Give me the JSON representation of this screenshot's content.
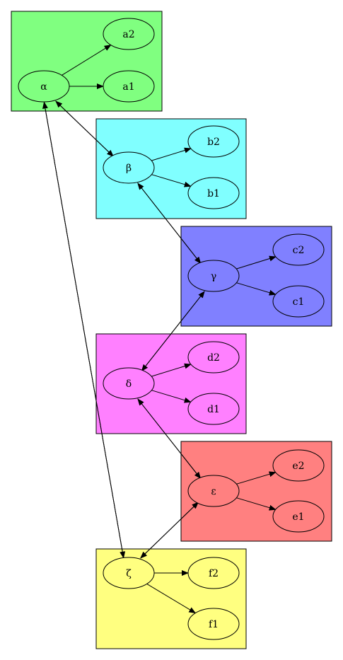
{
  "diagram": {
    "type": "directed-graph",
    "clusters": [
      {
        "id": "A",
        "color": "#80ff80",
        "nodes": [
          "alpha",
          "a2",
          "a1"
        ]
      },
      {
        "id": "B",
        "color": "#80ffff",
        "nodes": [
          "beta",
          "b2",
          "b1"
        ]
      },
      {
        "id": "C",
        "color": "#8080ff",
        "nodes": [
          "gamma",
          "c2",
          "c1"
        ]
      },
      {
        "id": "D",
        "color": "#ff80ff",
        "nodes": [
          "delta",
          "d2",
          "d1"
        ]
      },
      {
        "id": "E",
        "color": "#ff8080",
        "nodes": [
          "epsilon",
          "e2",
          "e1"
        ]
      },
      {
        "id": "F",
        "color": "#ffff80",
        "nodes": [
          "zeta",
          "f2",
          "f1"
        ]
      }
    ],
    "nodes": [
      {
        "id": "alpha",
        "label": "α"
      },
      {
        "id": "a2",
        "label": "a2"
      },
      {
        "id": "a1",
        "label": "a1"
      },
      {
        "id": "beta",
        "label": "β"
      },
      {
        "id": "b2",
        "label": "b2"
      },
      {
        "id": "b1",
        "label": "b1"
      },
      {
        "id": "gamma",
        "label": "γ"
      },
      {
        "id": "c2",
        "label": "c2"
      },
      {
        "id": "c1",
        "label": "c1"
      },
      {
        "id": "delta",
        "label": "δ"
      },
      {
        "id": "d2",
        "label": "d2"
      },
      {
        "id": "d1",
        "label": "d1"
      },
      {
        "id": "epsilon",
        "label": "ε"
      },
      {
        "id": "e2",
        "label": "e2"
      },
      {
        "id": "e1",
        "label": "e1"
      },
      {
        "id": "zeta",
        "label": "ζ"
      },
      {
        "id": "f2",
        "label": "f2"
      },
      {
        "id": "f1",
        "label": "f1"
      }
    ],
    "edges": [
      {
        "from": "alpha",
        "to": "a2"
      },
      {
        "from": "alpha",
        "to": "a1"
      },
      {
        "from": "alpha",
        "to": "beta"
      },
      {
        "from": "beta",
        "to": "alpha"
      },
      {
        "from": "alpha",
        "to": "zeta"
      },
      {
        "from": "zeta",
        "to": "alpha"
      },
      {
        "from": "beta",
        "to": "b2"
      },
      {
        "from": "beta",
        "to": "b1"
      },
      {
        "from": "beta",
        "to": "gamma"
      },
      {
        "from": "gamma",
        "to": "beta"
      },
      {
        "from": "gamma",
        "to": "c2"
      },
      {
        "from": "gamma",
        "to": "c1"
      },
      {
        "from": "gamma",
        "to": "delta"
      },
      {
        "from": "delta",
        "to": "gamma"
      },
      {
        "from": "delta",
        "to": "d2"
      },
      {
        "from": "delta",
        "to": "d1"
      },
      {
        "from": "delta",
        "to": "epsilon"
      },
      {
        "from": "epsilon",
        "to": "delta"
      },
      {
        "from": "epsilon",
        "to": "e2"
      },
      {
        "from": "epsilon",
        "to": "e1"
      },
      {
        "from": "epsilon",
        "to": "zeta"
      },
      {
        "from": "zeta",
        "to": "epsilon"
      },
      {
        "from": "zeta",
        "to": "f2"
      },
      {
        "from": "zeta",
        "to": "f1"
      }
    ]
  }
}
